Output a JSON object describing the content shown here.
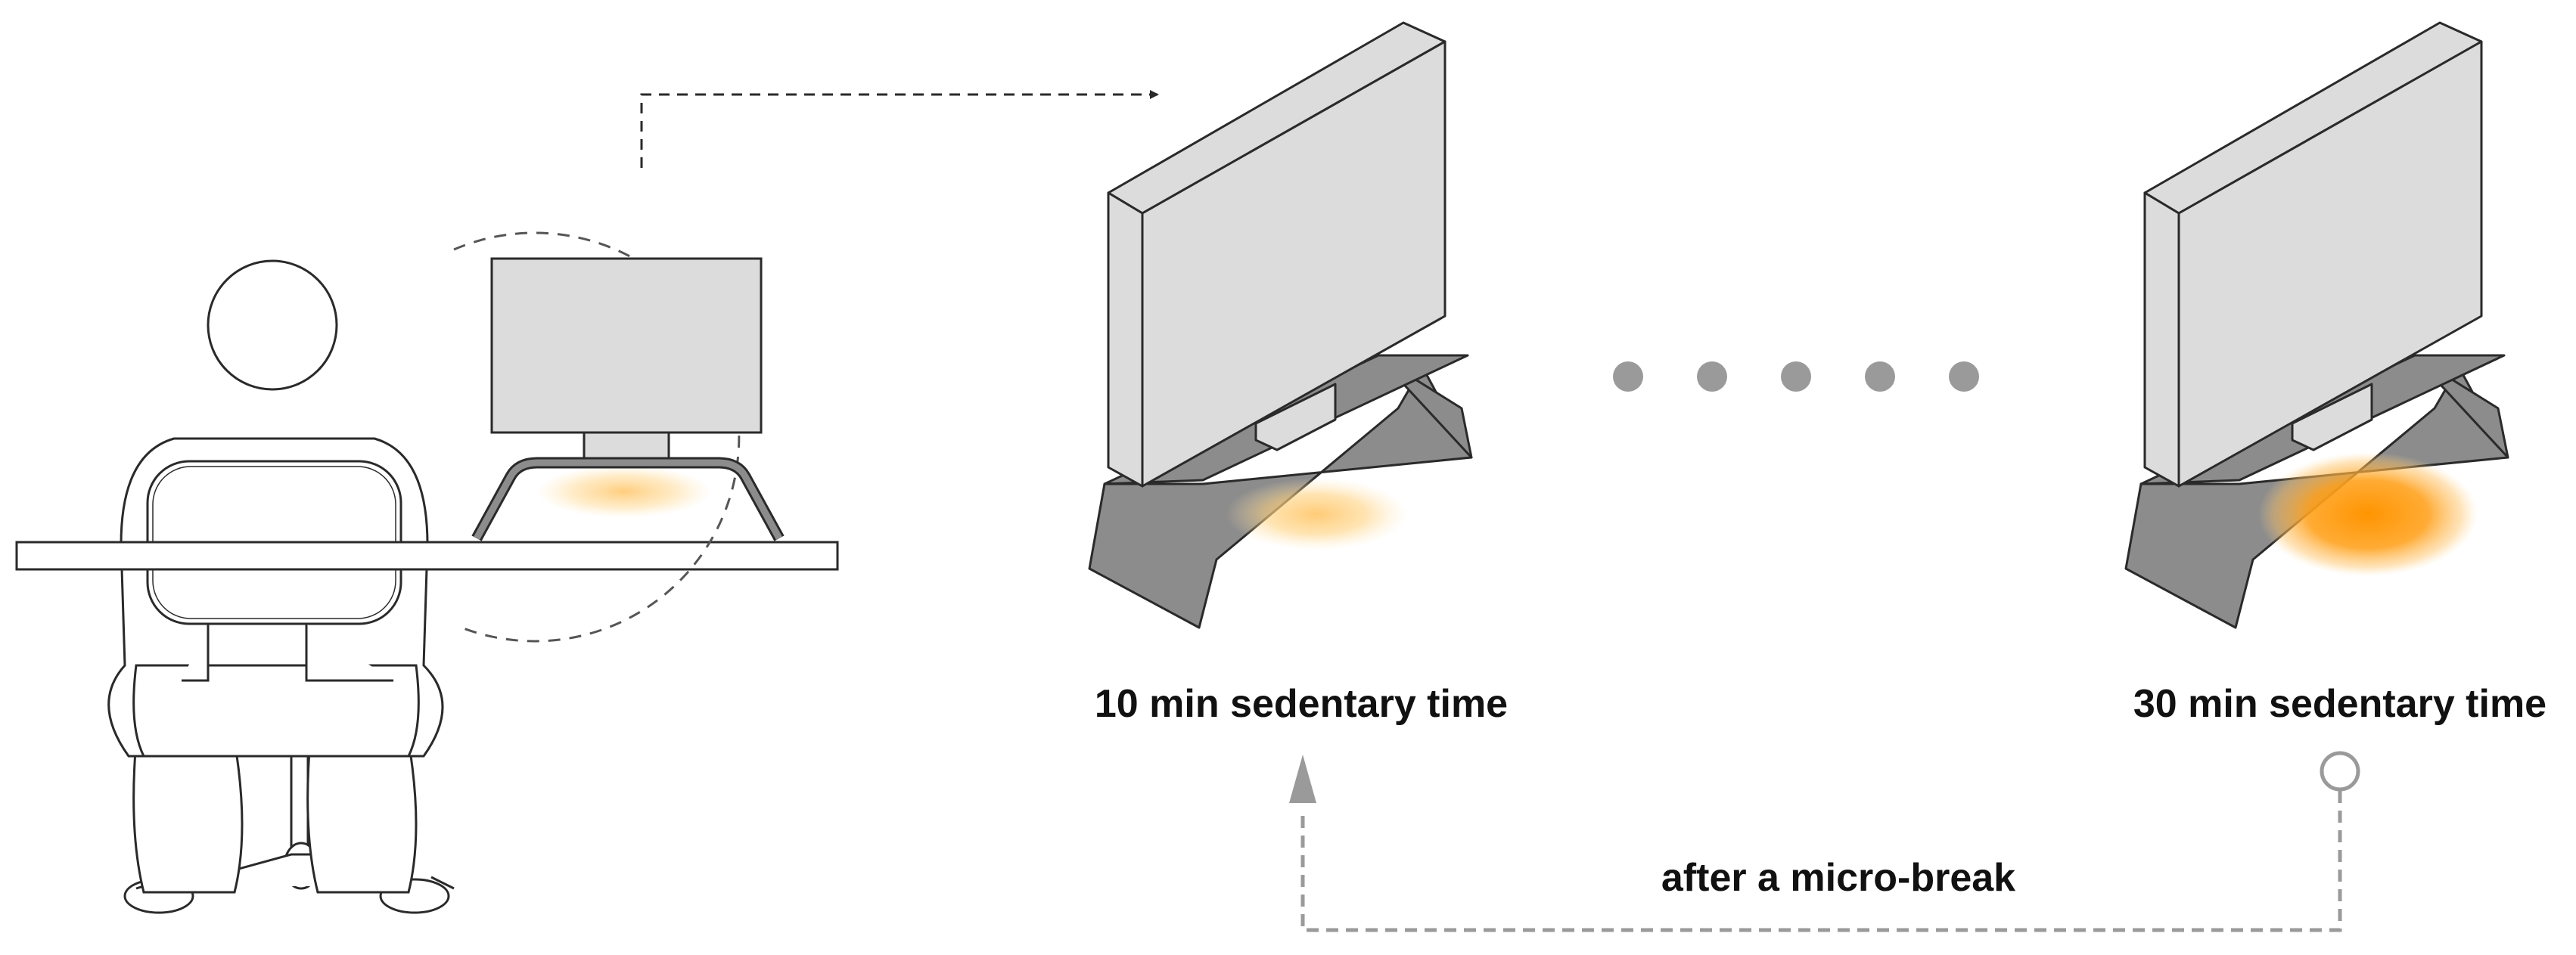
{
  "labels": {
    "stage_10": "10 min sedentary time",
    "stage_30": "30 min sedentary time",
    "loop": "after a micro-break"
  },
  "colors": {
    "outline": "#2a2a2a",
    "screen_fill": "#dcdcdc",
    "stand_fill": "#8c8c8c",
    "dot_fill": "#9a9a9a",
    "arrow_gray": "#9a9a9a",
    "heat_low": "#ffc870",
    "heat_high": "#ff9a00"
  },
  "heat_levels": {
    "stage_10": 0.35,
    "stage_30": 0.9
  },
  "icons": [
    "person-at-desk-icon",
    "monitor-icon",
    "desk-icon",
    "chair-icon"
  ]
}
